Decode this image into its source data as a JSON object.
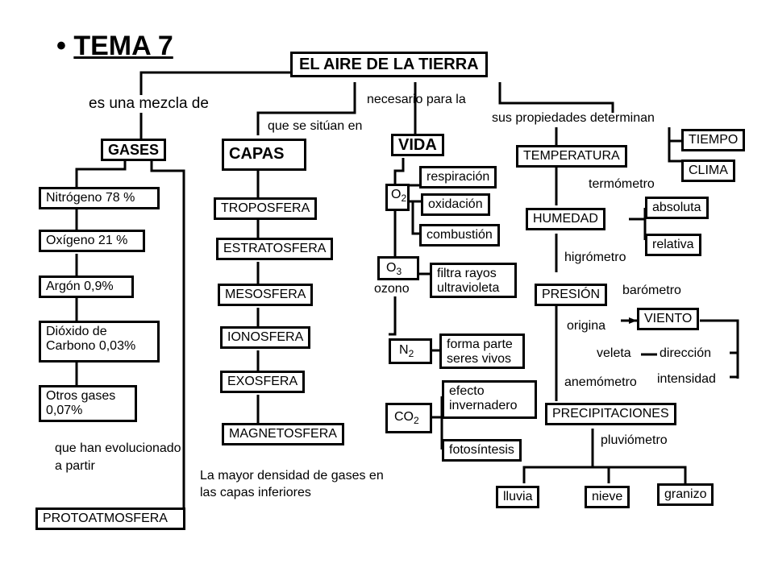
{
  "title": {
    "bullet": "•",
    "text": "TEMA 7"
  },
  "root": "EL AIRE DE LA TIERRA",
  "links": {
    "mezcla": "es una mezcla de",
    "capas": "que se sitúan en",
    "vida": "necesario para la",
    "propiedades": "sus propiedades determinan",
    "evolucion1": "que han evolucionado",
    "evolucion2": "a partir",
    "densidad1": "La mayor densidad de gases en",
    "densidad2": "las capas inferiores"
  },
  "gases": {
    "label": "GASES",
    "items": [
      "Nitrógeno 78 %",
      "Oxígeno 21 %",
      "Argón 0,9%"
    ],
    "co2_line1": "Dióxido de",
    "co2_line2": "Carbono 0,03%",
    "otros_line1": "Otros gases",
    "otros_line2": "0,07%",
    "protoatmosfera": "PROTOATMOSFERA"
  },
  "capas": {
    "label": "CAPAS",
    "items": [
      "TROPOSFERA",
      "ESTRATOSFERA",
      "MESOSFERA",
      "IONOSFERA",
      "EXOSFERA",
      "MAGNETOSFERA"
    ]
  },
  "vida": {
    "label": "VIDA",
    "o2": {
      "symbol": "O",
      "sub": "2",
      "uses": [
        "respiración",
        "oxidación",
        "combustión"
      ]
    },
    "o3": {
      "symbol": "O",
      "sub": "3",
      "name": "ozono",
      "use1": "filtra rayos",
      "use2": "ultravioleta"
    },
    "n2": {
      "symbol": "N",
      "sub": "2",
      "use1": "forma parte",
      "use2": "seres vivos"
    },
    "co2": {
      "symbol": "CO",
      "sub": "2",
      "use1a": "efecto",
      "use1b": "invernadero",
      "use2": "fotosíntesis"
    }
  },
  "propiedades": {
    "tiempo": "TIEMPO",
    "clima": "CLIMA",
    "temperatura": "TEMPERATURA",
    "termometro": "termómetro",
    "humedad": "HUMEDAD",
    "absoluta": "absoluta",
    "relativa": "relativa",
    "higrometro": "higrómetro",
    "presion": "PRESIÓN",
    "barometro": "barómetro",
    "origina": "origina",
    "viento": "VIENTO",
    "veleta": "veleta",
    "direccion": "dirección",
    "anemometro": "anemómetro",
    "intensidad": "intensidad",
    "precipitaciones": "PRECIPITACIONES",
    "pluviometro": "pluviómetro",
    "lluvia": "lluvia",
    "nieve": "nieve",
    "granizo": "granizo"
  }
}
